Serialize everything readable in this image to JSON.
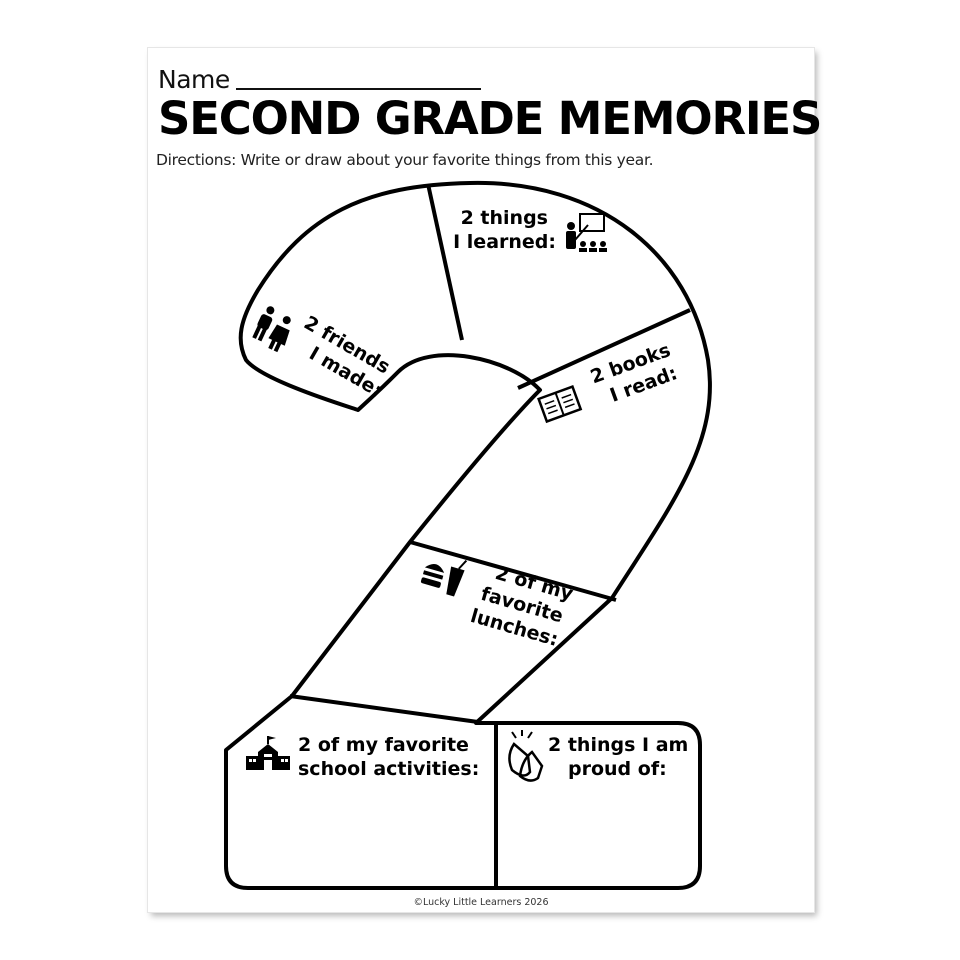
{
  "header": {
    "name_label": "Name",
    "title": "SECOND GRADE MEMORIES",
    "directions": "Directions: Write or draw about your favorite things from this year."
  },
  "sections": {
    "learned": {
      "line1": "2 things",
      "line2": "I learned:",
      "icon": "teacher-presenting-icon"
    },
    "friends": {
      "line1": "2 friends",
      "line2": "I made:",
      "icon": "two-friends-icon"
    },
    "books": {
      "line1": "2 books",
      "line2": "I read:",
      "icon": "open-book-icon"
    },
    "lunches": {
      "line1": "2 of my",
      "line2": "favorite",
      "line3": "lunches:",
      "icon": "lunch-icon"
    },
    "activities": {
      "line1": "2 of my favorite",
      "line2": "school activities:",
      "icon": "school-building-icon"
    },
    "proud": {
      "line1": "2 things I am",
      "line2": "proud of:",
      "icon": "clapping-hands-icon"
    }
  },
  "footer": {
    "copyright": "©Lucky Little Learners 2026"
  }
}
